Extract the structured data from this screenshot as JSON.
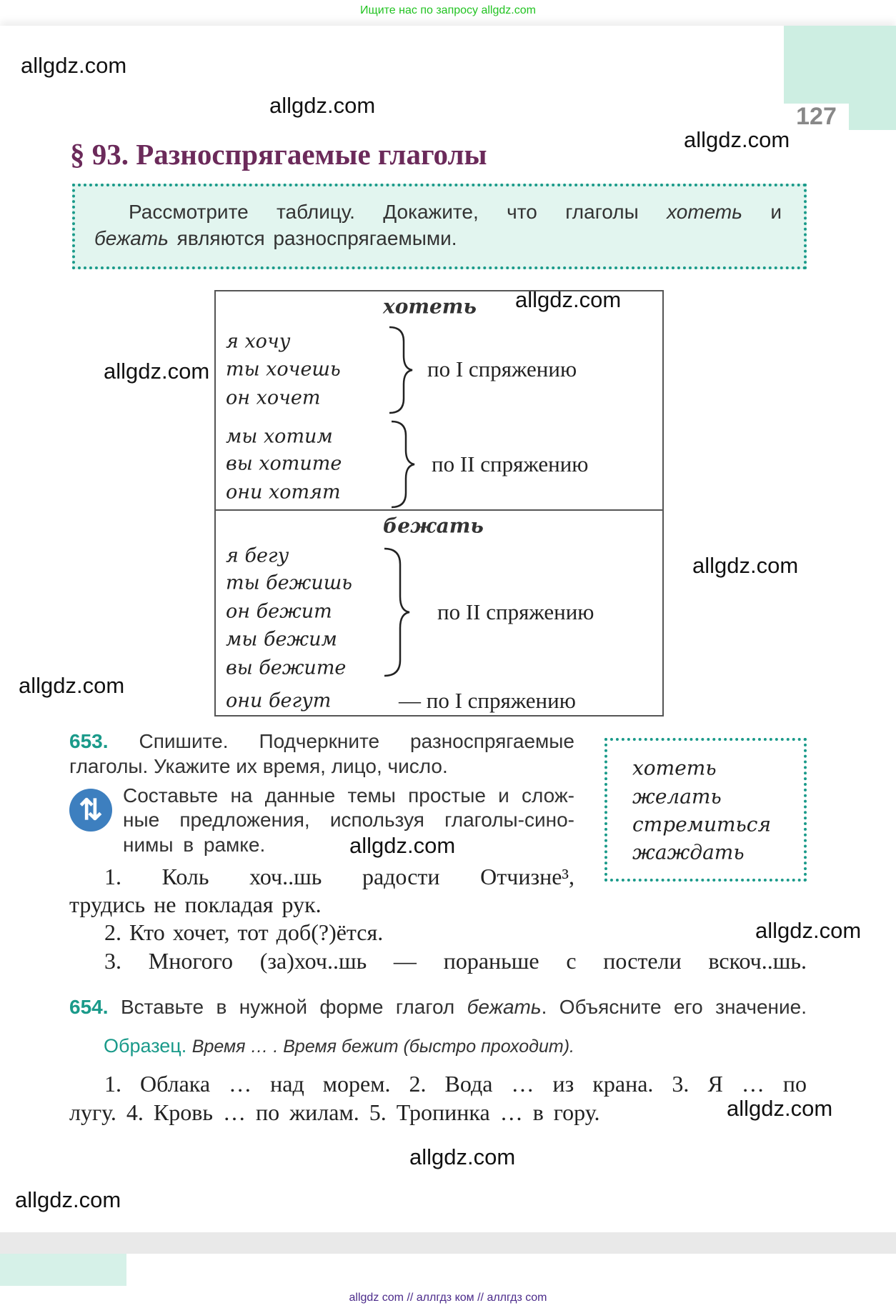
{
  "header": {
    "banner": "Ищите нас по запросу allgdz.com"
  },
  "page_number": "127",
  "watermark": "allgdz.com",
  "section": {
    "title": "§ 93. Разноспрягаемые глаголы",
    "task_lines": [
      [
        "Рассмотрите таблицу. Докажите, что глаголы ",
        "хотеть",
        " и"
      ],
      [
        "бежать",
        " являются разноспрягаемыми."
      ]
    ]
  },
  "table": {
    "verb1": "хотеть",
    "verb1_group1": [
      "я хочу",
      "ты хочешь",
      "он хочет"
    ],
    "verb1_group1_label": "по I спряжению",
    "verb1_group2": [
      "мы хотим",
      "вы хотите",
      "они хотят"
    ],
    "verb1_group2_label": "по II спряжению",
    "verb2": "бежать",
    "verb2_group1": [
      "я бегу",
      "ты бежишь",
      "он бежит",
      "мы бежим",
      "вы бежите"
    ],
    "verb2_group1_label": "по II спряжению",
    "verb2_last": "они бегут",
    "verb2_last_label": "— по I спряжению"
  },
  "ex653": {
    "number": "653.",
    "lines": [
      "Спишите. Подчеркните разноспрягаемые",
      "глаголы. Укажите их время, лицо, число."
    ],
    "extra_lines": [
      "Составьте на данные темы простые и слож-",
      "ные предложения, используя глаголы-сино-",
      "нимы в рамке."
    ],
    "icon": "repeat-arrows-icon",
    "icon_color": "#3d7fbf",
    "sentences": [
      "1. Коль хоч..шь радости Отчизне³,",
      "трудись не покладая рук.",
      "2. Кто хочет, тот доб(?)ётся.",
      "3. Многого (за)хоч..шь — пораньше с постели вскоч..шь."
    ],
    "synonyms": [
      "хотеть",
      "желать",
      "стремиться",
      "жаждать"
    ]
  },
  "ex654": {
    "number": "654.",
    "text_a": "Вставьте в нужной форме глагол ",
    "text_verb": "бежать",
    "text_b": ". Объясните его значение.",
    "sample_label": "Образец.",
    "sample_text": "Время … . Время  бежит (быстро проходит).",
    "lines": [
      "1. Облака … над морем. 2. Вода … из крана. 3. Я … по",
      "лугу. 4. Кровь … по жилам. 5. Тропинка … в гору."
    ]
  },
  "footer": {
    "text": "allgdz com  //  аллгдз ком  //  аллгдз com"
  },
  "colors": {
    "accent": "#1a9a8a",
    "title": "#6b2a5a",
    "tab": "#cdeee2",
    "banner": "#22c322"
  }
}
